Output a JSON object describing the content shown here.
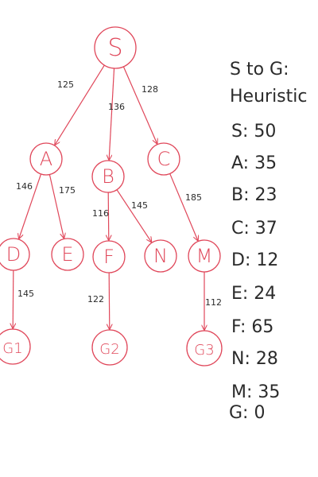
{
  "diagram": {
    "type": "search-tree",
    "node_color": "#e0475a",
    "text_color": "#2b2b2b",
    "nodes": [
      {
        "id": "S",
        "label": "S"
      },
      {
        "id": "A",
        "label": "A"
      },
      {
        "id": "B",
        "label": "B"
      },
      {
        "id": "C",
        "label": "C"
      },
      {
        "id": "D",
        "label": "D"
      },
      {
        "id": "E",
        "label": "E"
      },
      {
        "id": "F",
        "label": "F"
      },
      {
        "id": "N",
        "label": "N"
      },
      {
        "id": "M",
        "label": "M"
      },
      {
        "id": "G1",
        "label": "G1"
      },
      {
        "id": "G2",
        "label": "G2"
      },
      {
        "id": "G3",
        "label": "G3"
      }
    ],
    "edges": [
      {
        "from": "S",
        "to": "A",
        "cost": "125"
      },
      {
        "from": "S",
        "to": "B",
        "cost": "136"
      },
      {
        "from": "S",
        "to": "C",
        "cost": "128"
      },
      {
        "from": "A",
        "to": "D",
        "cost": "146"
      },
      {
        "from": "A",
        "to": "E",
        "cost": "175"
      },
      {
        "from": "B",
        "to": "F",
        "cost": "116"
      },
      {
        "from": "B",
        "to": "N",
        "cost": "145"
      },
      {
        "from": "C",
        "to": "M",
        "cost": "185"
      },
      {
        "from": "D",
        "to": "G1",
        "cost": "145"
      },
      {
        "from": "F",
        "to": "G2",
        "cost": "122"
      },
      {
        "from": "M",
        "to": "G3",
        "cost": "112"
      }
    ]
  },
  "heuristic": {
    "title_line1": "S to G:",
    "title_line2": "Heuristic",
    "entries": [
      "S: 50",
      "A: 35",
      "B: 23",
      "C: 37",
      "D: 12",
      "E: 24",
      "F: 65",
      "N: 28",
      "M: 35",
      "G: 0"
    ]
  }
}
